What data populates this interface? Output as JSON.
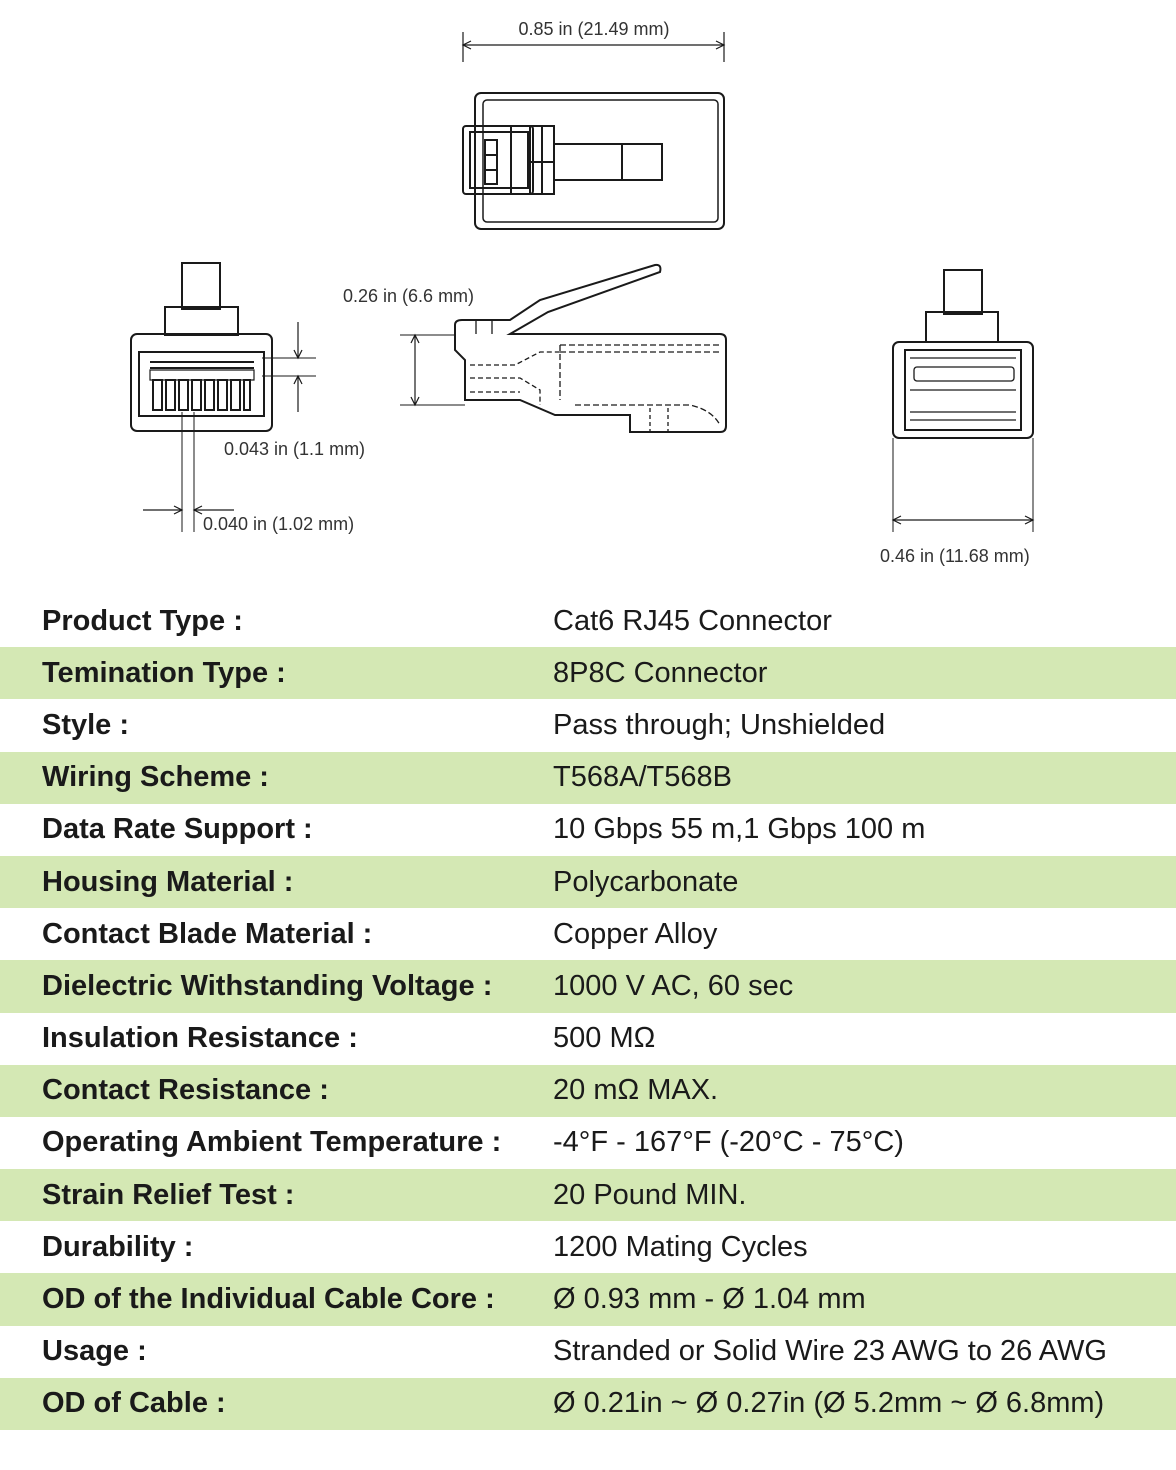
{
  "dimensions": {
    "length": "0.85 in (21.49 mm)",
    "height": "0.26 in (6.6 mm)",
    "contact_pitch": "0.043 in (1.1 mm)",
    "contact_width": "0.040 in (1.02 mm)",
    "width": "0.46 in (11.68 mm)"
  },
  "specs": [
    {
      "label": "Product Type :",
      "value": "Cat6 RJ45 Connector"
    },
    {
      "label": "Temination Type :",
      "value": "8P8C Connector"
    },
    {
      "label": "Style :",
      "value": "Pass through; Unshielded"
    },
    {
      "label": "Wiring Scheme :",
      "value": "T568A/T568B"
    },
    {
      "label": "Data Rate Support :",
      "value": "10 Gbps 55 m,1 Gbps 100 m"
    },
    {
      "label": "Housing Material :",
      "value": "Polycarbonate"
    },
    {
      "label": "Contact Blade Material :",
      "value": "Copper Alloy"
    },
    {
      "label": "Dielectric Withstanding Voltage :",
      "value": "1000 V AC, 60 sec"
    },
    {
      "label": "Insulation Resistance :",
      "value": "500 MΩ"
    },
    {
      "label": "Contact Resistance :",
      "value": "20 mΩ MAX."
    },
    {
      "label": "Operating Ambient Temperature :",
      "value": "-4°F - 167°F (-20°C - 75°C)"
    },
    {
      "label": "Strain Relief Test :",
      "value": "20 Pound MIN."
    },
    {
      "label": "Durability :",
      "value": "1200 Mating Cycles"
    },
    {
      "label": "OD of the Individual Cable Core :",
      "value": "Ø 0.93 mm - Ø 1.04 mm"
    },
    {
      "label": "Usage :",
      "value": "Stranded or Solid Wire 23 AWG to 26 AWG"
    },
    {
      "label": "OD of Cable :",
      "value": "Ø 0.21in ~ Ø 0.27in (Ø 5.2mm ~ Ø 6.8mm)"
    }
  ],
  "colors": {
    "row_alt": "#d4e8b4",
    "line": "#1a1a1a"
  }
}
